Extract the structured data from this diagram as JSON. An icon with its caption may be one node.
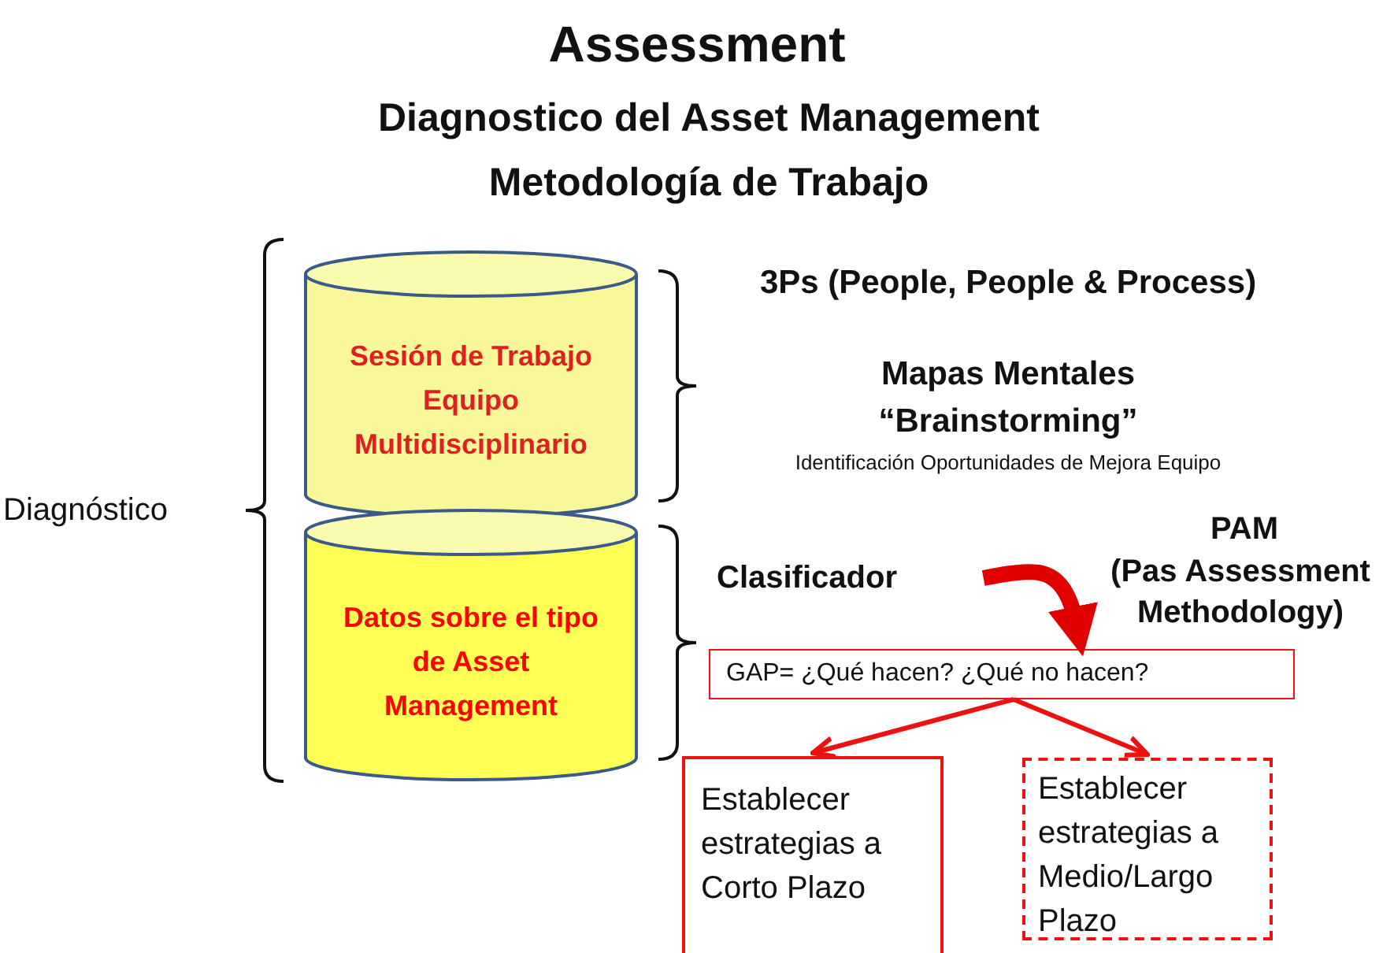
{
  "diagram": {
    "title": "Assessment",
    "nodes": [
      {
        "text": [
          "Sesión de Trabajo Equipo Multidisciplinario"
        ]
      },
      {
        "text": [
          "Datos sobre el tipo de Asset Management"
        ]
      },
      {
        "text": [
          "GAP= ¿Qué hacen? ¿Qué no hacen?"
        ]
      },
      {
        "text": [
          "Establecer estrategias a Corto Plazo"
        ]
      },
      {
        "text": [
          "Establecer estrategias a Medio/Largo Plazo"
        ]
      }
    ],
    "edges": [
      {
        "from": null,
        "to": 2,
        "arrow": "to",
        "style": "thick"
      },
      {
        "from": 2,
        "to": 3,
        "arrow": "to"
      },
      {
        "from": 2,
        "to": 4,
        "arrow": "to"
      }
    ],
    "labels": [
      "Diagnostico del Asset Management",
      "Metodología de Trabajo",
      "Diagnóstico",
      "3Ps (People, People & Process)",
      "Mapas Mentales",
      "“Brainstorming”",
      "Identificación Oportunidades de Mejora Equipo",
      "PAM",
      "Clasificador",
      "(Pas Assessment Methodology)"
    ]
  }
}
